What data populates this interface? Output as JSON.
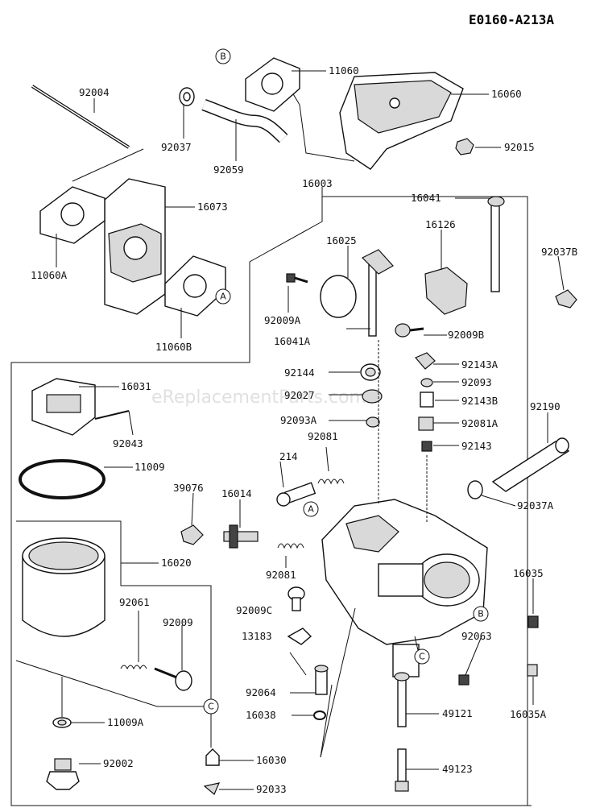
{
  "header": {
    "code": "E0160-A213A"
  },
  "watermark": "eReplacementParts.com",
  "callouts": {
    "n92004": "92004",
    "n11060": "11060",
    "n16060": "16060",
    "n92037": "92037",
    "n92059": "92059",
    "n92015": "92015",
    "n16003": "16003",
    "n16073": "16073",
    "n11060A": "11060A",
    "n11060B": "11060B",
    "n16041": "16041",
    "n16126": "16126",
    "n16025": "16025",
    "n92037B": "92037B",
    "n92009A": "92009A",
    "n16041A": "16041A",
    "n92009B": "92009B",
    "n92143A": "92143A",
    "n92144": "92144",
    "n92093": "92093",
    "n92027": "92027",
    "n92143B": "92143B",
    "n16031": "16031",
    "n92093A": "92093A",
    "n92081A": "92081A",
    "n92190": "92190",
    "n92043": "92043",
    "n92081": "92081",
    "n92143": "92143",
    "n11009": "11009",
    "n214": "214",
    "n39076": "39076",
    "n16014": "16014",
    "n92037A": "92037A",
    "n16020": "16020",
    "n92081b": "92081",
    "n16035": "16035",
    "n92061": "92061",
    "n92009": "92009",
    "n92009C": "92009C",
    "n13183": "13183",
    "n92063": "92063",
    "n92064": "92064",
    "n16035A": "16035A",
    "n11009A": "11009A",
    "n16038": "16038",
    "n49121": "49121",
    "n92002": "92002",
    "n16030": "16030",
    "n49123": "49123",
    "n92033": "92033"
  },
  "refs": {
    "B_top": "B",
    "A_gasket": "A",
    "A_body": "A",
    "B_body": "B",
    "C_body": "C",
    "C_bottom": "C"
  }
}
